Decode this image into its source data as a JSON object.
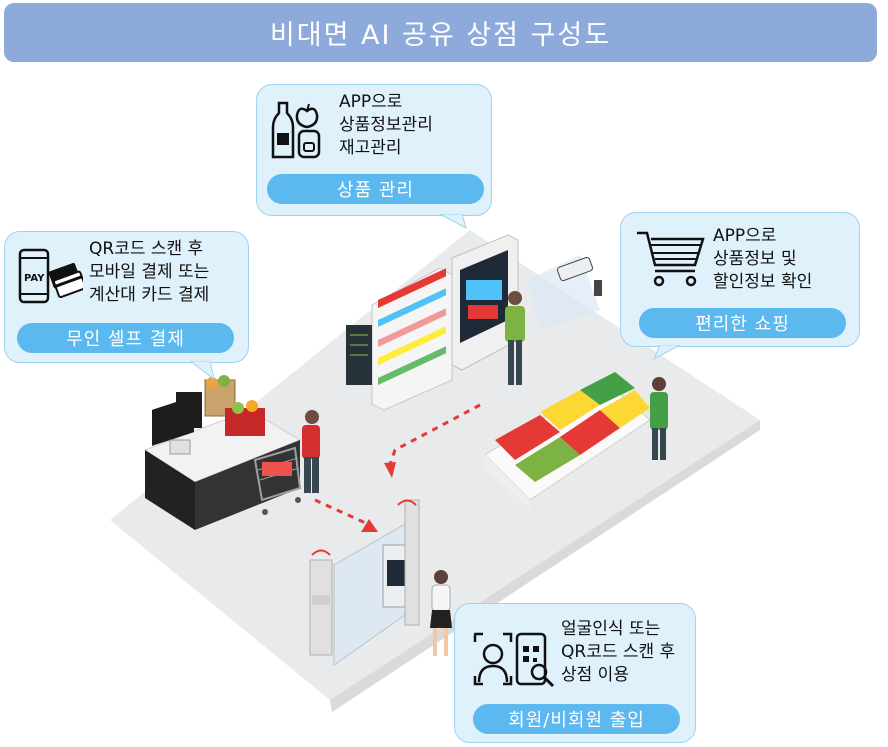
{
  "title": "비대면 AI 공유 상점 구성도",
  "bubbles": {
    "product": {
      "lines": [
        "APP으로",
        "상품정보관리",
        "재고관리"
      ],
      "label": "상품 관리",
      "icon": "bottle-apple-icon"
    },
    "payment": {
      "lines": [
        "QR코드 스캔 후",
        "모바일 결제 또는",
        "계산대 카드 결제"
      ],
      "label": "무인 셀프 결제",
      "icon": "pay-card-icon",
      "phone_text": "PAY"
    },
    "shopping": {
      "lines": [
        "APP으로",
        "상품정보 및",
        "할인정보 확인"
      ],
      "label": "편리한 쇼핑",
      "icon": "shopping-cart-icon"
    },
    "entry": {
      "lines": [
        "얼굴인식 또는",
        "QR코드 스캔 후",
        "상점 이용"
      ],
      "label": "회원/비회원 출입",
      "icon": "face-qr-icon"
    }
  },
  "colors": {
    "title_bg": "#8eaadb",
    "bubble_bg": "#dff1fb",
    "pill_bg": "#5bb9f0",
    "floor": "#e9eaec",
    "path": "#e53935"
  }
}
